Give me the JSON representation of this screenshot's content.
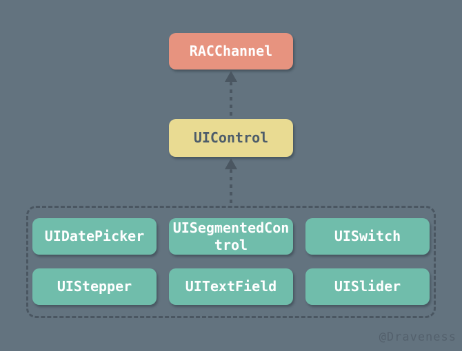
{
  "diagram": {
    "watermark": "@Draveness",
    "colors": {
      "background": "#63737f",
      "node_red": "#e7937f",
      "node_yellow": "#e9db92",
      "node_green": "#70bdab",
      "node_text_light": "#ffffff",
      "node_text_dark": "#4d5c6a",
      "line": "#4a5661"
    },
    "nodes": {
      "racchannel": {
        "label": "RACChannel"
      },
      "uicontrol": {
        "label": "UIControl"
      }
    },
    "group": {
      "items": [
        {
          "label": "UIDatePicker"
        },
        {
          "label": "UISegmentedControl"
        },
        {
          "label": "UISwitch"
        },
        {
          "label": "UIStepper"
        },
        {
          "label": "UITextField"
        },
        {
          "label": "UISlider"
        }
      ]
    },
    "edges": [
      {
        "from": "UIControl",
        "to": "RACChannel",
        "style": "dotted-arrow-up"
      },
      {
        "from": "controls-group",
        "to": "UIControl",
        "style": "dotted-arrow-up"
      }
    ]
  }
}
